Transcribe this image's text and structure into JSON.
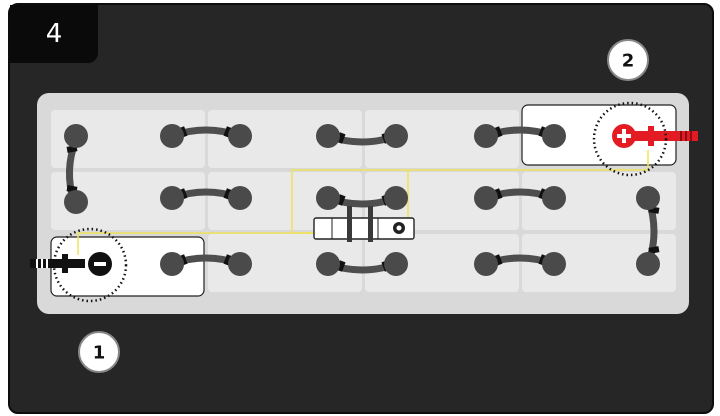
{
  "step": {
    "label": "4"
  },
  "markers": [
    {
      "label": "1"
    },
    {
      "label": "2"
    }
  ],
  "terminals": {
    "negative": {
      "symbol": "−",
      "cable_color": "#111111"
    },
    "positive": {
      "symbol": "+",
      "cable_color": "#e31b23"
    }
  },
  "colors": {
    "background": "#262626",
    "tray": "#d9d9d9",
    "cell": "#e9e9e9",
    "post": "#4a4a4a",
    "jumper": "#4e4e4e",
    "sense_wire": "#f0e35a",
    "positive": "#e31b23",
    "negative": "#111111"
  },
  "icons": [
    "negative-terminal-icon",
    "positive-terminal-icon",
    "monitor-device-icon"
  ]
}
